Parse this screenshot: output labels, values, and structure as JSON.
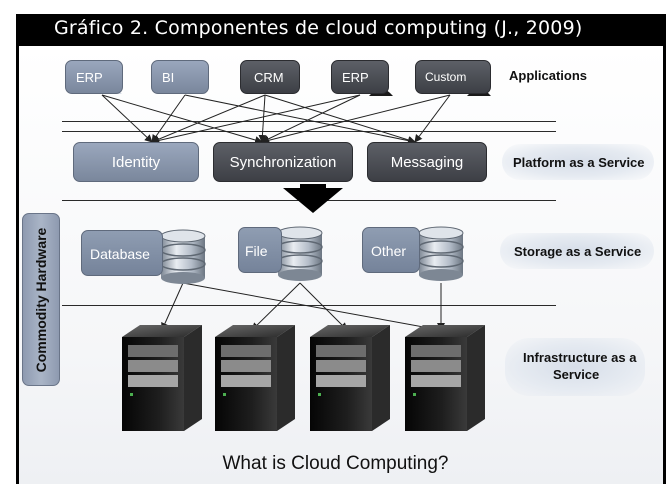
{
  "caption": "Gráfico 2. Componentes de cloud computing (J., 2009)",
  "applications": {
    "label": "Applications",
    "items": [
      "ERP",
      "BI",
      "CRM",
      "ERP",
      "Custom"
    ]
  },
  "platform": {
    "label": "Platform as a Service",
    "items": [
      "Identity",
      "Synchronization",
      "Messaging"
    ]
  },
  "storage": {
    "label": "Storage as a Service",
    "items": [
      "Database",
      "File",
      "Other"
    ]
  },
  "infrastructure": {
    "label": "Infrastructure as a Service",
    "label_line1": "Infrastructure as a",
    "label_line2": "Service"
  },
  "commodity_hardware": "Commodity Hardware",
  "title": "What is Cloud Computing?"
}
